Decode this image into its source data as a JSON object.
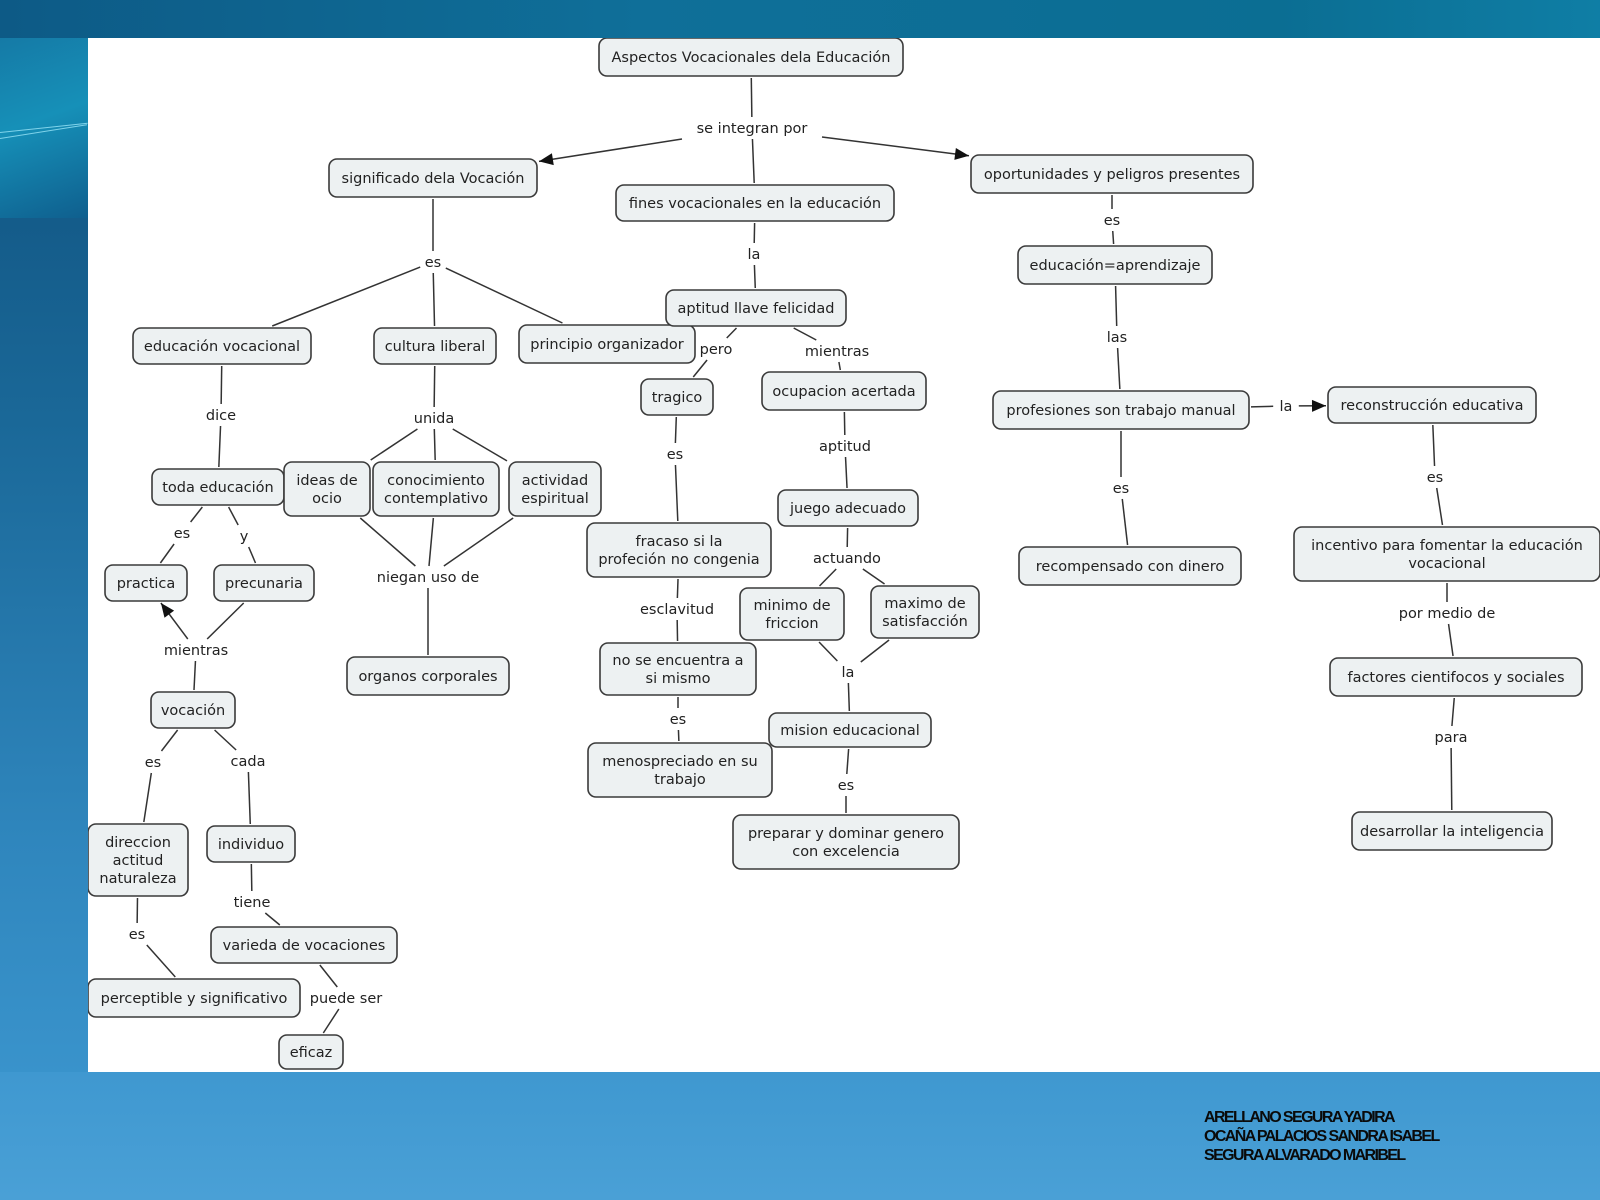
{
  "slide": {
    "authors": [
      "ARELLANO SEGURA YADIRA",
      "OCAÑA PALACIOS SANDRA ISABEL",
      "SEGURA ALVARADO MARIBEL"
    ],
    "colors": {
      "node_fill": "#edf1f2",
      "node_border": "#3a3a3a",
      "slide_top": "#0d5a86",
      "slide_bottom": "#4aa0d6"
    }
  },
  "concept_map": {
    "title": "Aspectos Vocacionales dela Educación",
    "nodes": [
      {
        "id": "root",
        "lines": [
          "Aspectos Vocacionales dela Educación"
        ]
      },
      {
        "id": "significado",
        "lines": [
          "significado dela Vocación"
        ]
      },
      {
        "id": "fines",
        "lines": [
          "fines vocacionales en la educación"
        ]
      },
      {
        "id": "oportunidades",
        "lines": [
          "oportunidades y peligros presentes"
        ]
      },
      {
        "id": "edu_vocacional",
        "lines": [
          "educación vocacional"
        ]
      },
      {
        "id": "cultura_liberal",
        "lines": [
          "cultura liberal"
        ]
      },
      {
        "id": "principio",
        "lines": [
          "principio organizador"
        ]
      },
      {
        "id": "toda_educacion",
        "lines": [
          "toda educación"
        ]
      },
      {
        "id": "ideas_ocio",
        "lines": [
          "ideas de",
          "ocio"
        ]
      },
      {
        "id": "conocimiento",
        "lines": [
          "conocimiento",
          "contemplativo"
        ]
      },
      {
        "id": "actividad",
        "lines": [
          "actividad",
          "espiritual"
        ]
      },
      {
        "id": "practica",
        "lines": [
          "practica"
        ]
      },
      {
        "id": "precunaria",
        "lines": [
          "precunaria"
        ]
      },
      {
        "id": "organos",
        "lines": [
          "organos corporales"
        ]
      },
      {
        "id": "vocacion",
        "lines": [
          "vocación"
        ]
      },
      {
        "id": "direccion",
        "lines": [
          "direccion",
          "actitud",
          "naturaleza"
        ]
      },
      {
        "id": "individuo",
        "lines": [
          "individuo"
        ]
      },
      {
        "id": "variedad",
        "lines": [
          "varieda de vocaciones"
        ]
      },
      {
        "id": "perceptible",
        "lines": [
          "perceptible y significativo"
        ]
      },
      {
        "id": "eficaz",
        "lines": [
          "eficaz"
        ]
      },
      {
        "id": "aptitud_llave",
        "lines": [
          "aptitud llave felicidad"
        ]
      },
      {
        "id": "tragico",
        "lines": [
          "tragico"
        ]
      },
      {
        "id": "ocupacion",
        "lines": [
          "ocupacion acertada"
        ]
      },
      {
        "id": "fracaso",
        "lines": [
          "fracaso si la",
          "profeción no congenia"
        ]
      },
      {
        "id": "juego",
        "lines": [
          "juego adecuado"
        ]
      },
      {
        "id": "minimo",
        "lines": [
          "minimo de",
          "friccion"
        ]
      },
      {
        "id": "maximo",
        "lines": [
          "maximo de",
          "satisfacción"
        ]
      },
      {
        "id": "no_encuentra",
        "lines": [
          "no se encuentra a",
          "si mismo"
        ]
      },
      {
        "id": "mision",
        "lines": [
          "mision educacional"
        ]
      },
      {
        "id": "menospreciado",
        "lines": [
          "menospreciado en su",
          "trabajo"
        ]
      },
      {
        "id": "preparar",
        "lines": [
          "preparar y dominar genero",
          "con excelencia"
        ]
      },
      {
        "id": "edu_aprendizaje",
        "lines": [
          "educación=aprendizaje"
        ]
      },
      {
        "id": "profesiones",
        "lines": [
          "profesiones son trabajo manual"
        ]
      },
      {
        "id": "reconstruccion",
        "lines": [
          "reconstrucción educativa"
        ]
      },
      {
        "id": "recompensado",
        "lines": [
          "recompensado con dinero"
        ]
      },
      {
        "id": "incentivo",
        "lines": [
          "incentivo para fomentar la educación",
          "vocacional"
        ]
      },
      {
        "id": "factores",
        "lines": [
          "factores cientifocos y sociales"
        ]
      },
      {
        "id": "desarrollar",
        "lines": [
          "desarrollar la inteligencia"
        ]
      }
    ],
    "links": [
      {
        "id": "se_integran",
        "label": "se integran por",
        "from": [
          "root"
        ],
        "to": [
          "significado",
          "fines",
          "oportunidades"
        ],
        "arrows": [
          "significado",
          "oportunidades"
        ]
      },
      {
        "id": "sig_es",
        "label": "es",
        "from": [
          "significado"
        ],
        "to": [
          "edu_vocacional",
          "cultura_liberal",
          "principio"
        ]
      },
      {
        "id": "fines_la",
        "label": "la",
        "from": [
          "fines"
        ],
        "to": [
          "aptitud_llave"
        ]
      },
      {
        "id": "opo_es",
        "label": "es",
        "from": [
          "oportunidades"
        ],
        "to": [
          "edu_aprendizaje"
        ]
      },
      {
        "id": "dice",
        "label": "dice",
        "from": [
          "edu_vocacional"
        ],
        "to": [
          "toda_educacion"
        ]
      },
      {
        "id": "unida",
        "label": "unida",
        "from": [
          "cultura_liberal"
        ],
        "to": [
          "ideas_ocio",
          "conocimiento",
          "actividad"
        ]
      },
      {
        "id": "toda_es",
        "label": "es",
        "from": [
          "toda_educacion"
        ],
        "to": [
          "practica"
        ]
      },
      {
        "id": "toda_y",
        "label": "y",
        "from": [
          "toda_educacion"
        ],
        "to": [
          "precunaria"
        ]
      },
      {
        "id": "niegan",
        "label": "niegan uso de",
        "from": [
          "ideas_ocio",
          "conocimiento",
          "actividad"
        ],
        "to": [
          "organos"
        ]
      },
      {
        "id": "mientras_left",
        "label": "mientras",
        "from": [
          "precunaria",
          "vocacion"
        ],
        "to": [
          "practica"
        ],
        "arrows": [
          "practica"
        ]
      },
      {
        "id": "voc_es",
        "label": "es",
        "from": [
          "vocacion"
        ],
        "to": [
          "direccion"
        ]
      },
      {
        "id": "voc_cada",
        "label": "cada",
        "from": [
          "vocacion"
        ],
        "to": [
          "individuo"
        ]
      },
      {
        "id": "dir_es",
        "label": "es",
        "from": [
          "direccion"
        ],
        "to": [
          "perceptible"
        ]
      },
      {
        "id": "tiene",
        "label": "tiene",
        "from": [
          "individuo"
        ],
        "to": [
          "variedad"
        ]
      },
      {
        "id": "puede_ser",
        "label": "puede ser",
        "from": [
          "variedad"
        ],
        "to": [
          "eficaz"
        ]
      },
      {
        "id": "pero",
        "label": "pero",
        "from": [
          "aptitud_llave"
        ],
        "to": [
          "tragico"
        ]
      },
      {
        "id": "mientras_mid",
        "label": "mientras",
        "from": [
          "aptitud_llave"
        ],
        "to": [
          "ocupacion"
        ]
      },
      {
        "id": "trag_es",
        "label": "es",
        "from": [
          "tragico"
        ],
        "to": [
          "fracaso"
        ]
      },
      {
        "id": "aptitud",
        "label": "aptitud",
        "from": [
          "ocupacion"
        ],
        "to": [
          "juego"
        ]
      },
      {
        "id": "esclavitud",
        "label": "esclavitud",
        "from": [
          "fracaso"
        ],
        "to": [
          "no_encuentra"
        ]
      },
      {
        "id": "actuando",
        "label": "actuando",
        "from": [
          "juego"
        ],
        "to": [
          "minimo",
          "maximo"
        ]
      },
      {
        "id": "la_mid",
        "label": "la",
        "from": [
          "minimo",
          "maximo"
        ],
        "to": [
          "mision"
        ]
      },
      {
        "id": "noenc_es",
        "label": "es",
        "from": [
          "no_encuentra"
        ],
        "to": [
          "menospreciado"
        ]
      },
      {
        "id": "mision_es",
        "label": "es",
        "from": [
          "mision"
        ],
        "to": [
          "preparar"
        ]
      },
      {
        "id": "las",
        "label": "las",
        "from": [
          "edu_aprendizaje"
        ],
        "to": [
          "profesiones"
        ]
      },
      {
        "id": "la_right",
        "label": "la",
        "from": [
          "profesiones"
        ],
        "to": [
          "reconstruccion"
        ],
        "arrows": [
          "reconstruccion"
        ]
      },
      {
        "id": "prof_es",
        "label": "es",
        "from": [
          "profesiones"
        ],
        "to": [
          "recompensado"
        ]
      },
      {
        "id": "recon_es",
        "label": "es",
        "from": [
          "reconstruccion"
        ],
        "to": [
          "incentivo"
        ]
      },
      {
        "id": "por_medio",
        "label": "por medio de",
        "from": [
          "incentivo"
        ],
        "to": [
          "factores"
        ]
      },
      {
        "id": "para",
        "label": "para",
        "from": [
          "factores"
        ],
        "to": [
          "desarrollar"
        ]
      }
    ]
  }
}
